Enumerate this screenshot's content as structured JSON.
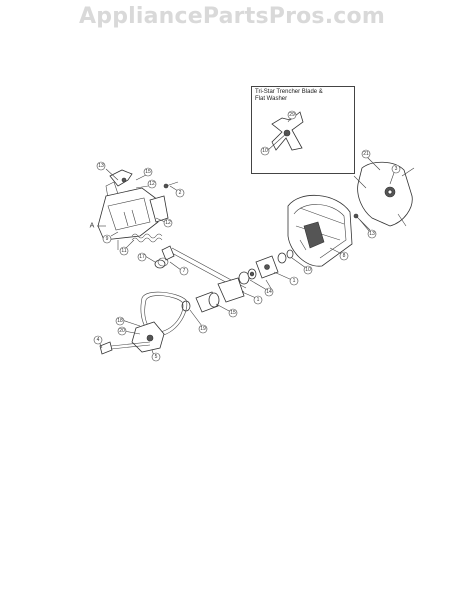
{
  "watermark": "AppliancePartsPros.com",
  "inset": {
    "title_line1": "Tri-Star Trencher Blade &",
    "title_line2": "Flat Washer",
    "callouts": [
      "29",
      "10"
    ]
  },
  "callouts": [
    {
      "id": "c1",
      "label": "13"
    },
    {
      "id": "c2",
      "label": "15"
    },
    {
      "id": "c3",
      "label": "12"
    },
    {
      "id": "c4",
      "label": "2"
    },
    {
      "id": "c5",
      "label": "12"
    },
    {
      "id": "c6",
      "label": "A"
    },
    {
      "id": "c7",
      "label": "9"
    },
    {
      "id": "c8",
      "label": "11"
    },
    {
      "id": "c9",
      "label": "17"
    },
    {
      "id": "c10",
      "label": "7"
    },
    {
      "id": "c11",
      "label": "21"
    },
    {
      "id": "c12",
      "label": "3"
    },
    {
      "id": "c13",
      "label": "13"
    },
    {
      "id": "c14",
      "label": "8"
    },
    {
      "id": "c15",
      "label": "10"
    },
    {
      "id": "c16",
      "label": "1"
    },
    {
      "id": "c17",
      "label": "14"
    },
    {
      "id": "c18",
      "label": "1"
    },
    {
      "id": "c19",
      "label": "15"
    },
    {
      "id": "c20",
      "label": "19"
    },
    {
      "id": "c21",
      "label": "18"
    },
    {
      "id": "c22",
      "label": "20"
    },
    {
      "id": "c23",
      "label": "4"
    },
    {
      "id": "c24",
      "label": "5"
    }
  ]
}
